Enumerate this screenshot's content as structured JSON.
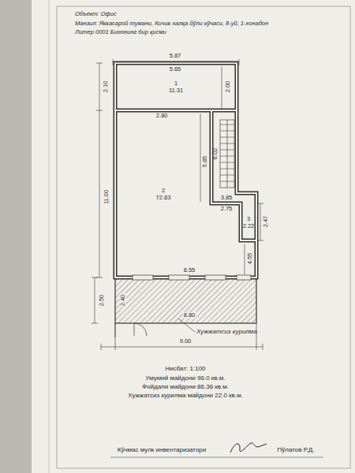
{
  "diagram": {
    "nodes": [
      {
        "text": [
          "1",
          "11.31"
        ]
      },
      {
        "text": [
          "2",
          "72.83"
        ]
      },
      {
        "text": [
          "3",
          "2.22"
        ]
      },
      {
        "text": [
          "Хужжатсиз курилма"
        ]
      }
    ],
    "labels": [
      "Объект: Офис",
      "Манзил: Яккасарой тумани, Кичик халқа йўли кўчаси, 8-уй, 1-хонадон",
      "Литер 0001 Бинонинг бир қисми",
      "5.87",
      "5.65",
      "2.10",
      "2.00",
      "2.80",
      "5.85",
      "6.02",
      "11.00",
      "3.85",
      "2.75",
      "2.47",
      "4.55",
      "8.55",
      "2.50",
      "2.40",
      "8.80",
      "9.00",
      "Нисбат: 1:100",
      "Умумий майдони 96.0 кв.м.",
      "Фойдали майдони 86.36 кв.м.",
      "Хужжатсиз курилма майдони 22.0 кв.м.",
      "Кўчмас мулк инвентаризатори",
      "Пўлатов Р.Д."
    ]
  }
}
